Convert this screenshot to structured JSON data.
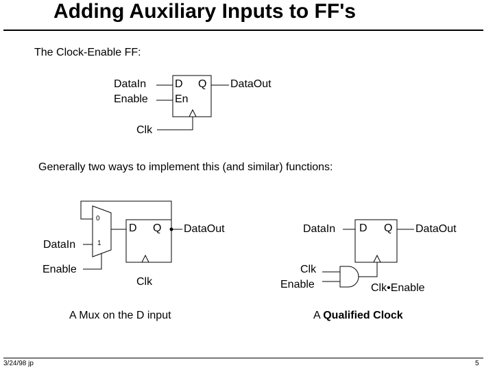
{
  "title": "Adding Auxiliary Inputs to FF's",
  "intro": "The Clock-Enable FF:",
  "ff_top": {
    "input_data": "DataIn",
    "input_enable": "Enable",
    "pin_d": "D",
    "pin_q": "Q",
    "pin_en": "En",
    "output": "DataOut",
    "clock": "Clk"
  },
  "generally": "Generally two ways to implement this (and similar) functions:",
  "mux_circuit": {
    "mux_in0": "0",
    "mux_in1": "1",
    "input_data": "DataIn",
    "input_enable": "Enable",
    "pin_d": "D",
    "pin_q": "Q",
    "output": "DataOut",
    "clock": "Clk",
    "caption": "A Mux on the D input"
  },
  "qualified_circuit": {
    "input_data": "DataIn",
    "pin_d": "D",
    "pin_q": "Q",
    "output": "DataOut",
    "gate_in_clk": "Clk",
    "gate_in_enable": "Enable",
    "gate_out": "Clk•Enable",
    "caption_prefix": "A ",
    "caption_bold": "Qualified Clock"
  },
  "footer": {
    "date": "3/24/98 jp",
    "page": "5"
  }
}
